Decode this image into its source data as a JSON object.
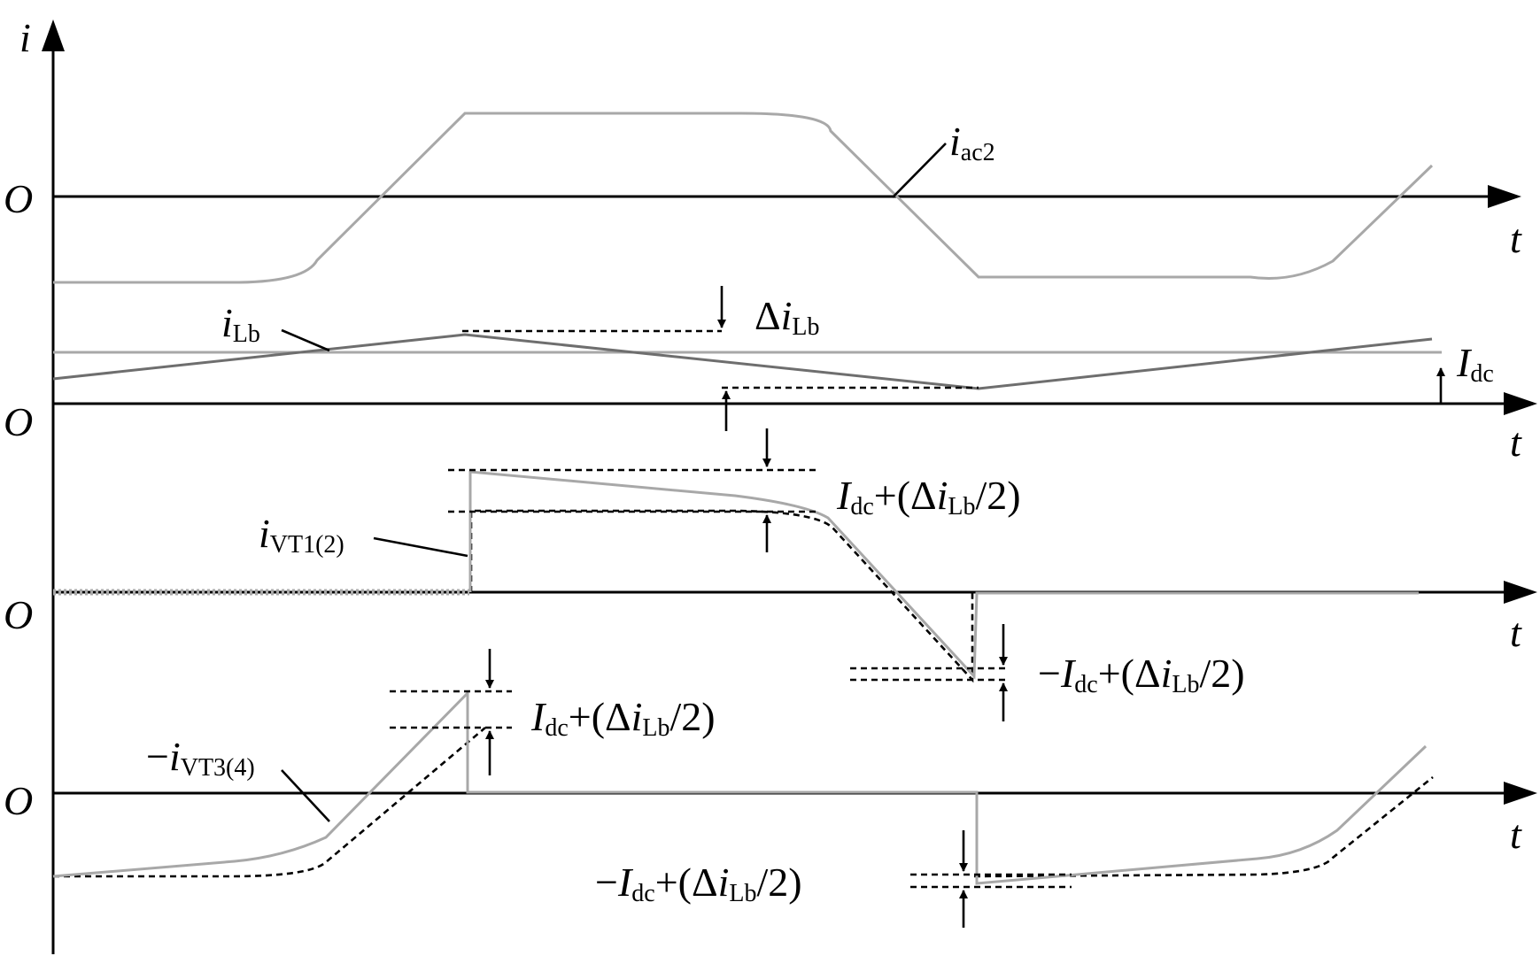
{
  "axes": {
    "y_label": "i",
    "origin_label": "O",
    "time_label": "t"
  },
  "labels": {
    "iac2": {
      "sym": "i",
      "sub": "ac2"
    },
    "iLb": {
      "sym": "i",
      "sub": "Lb"
    },
    "delta_iLb": {
      "delta": "Δ",
      "sym": "i",
      "sub": "Lb"
    },
    "Idc": {
      "sym": "I",
      "sub": "dc"
    },
    "iVT12": {
      "sym": "i",
      "sub": "VT1(2)"
    },
    "neg_iVT34": {
      "minus": "−",
      "sym": "i",
      "sub": "VT3(4)"
    },
    "pos_expr": {
      "sym": "I",
      "sub": "dc",
      "mid": "+(Δ",
      "sym2": "i",
      "sub2": "Lb",
      "tail": "/2)"
    },
    "neg_expr": {
      "minus": "−",
      "sym": "I",
      "sub": "dc",
      "mid": "+(Δ",
      "sym2": "i",
      "sub2": "Lb",
      "tail": "/2)"
    }
  },
  "colors": {
    "axis": "#000000",
    "light_wave": "#a8a8a8",
    "dark_wave": "#6e6e6e"
  }
}
